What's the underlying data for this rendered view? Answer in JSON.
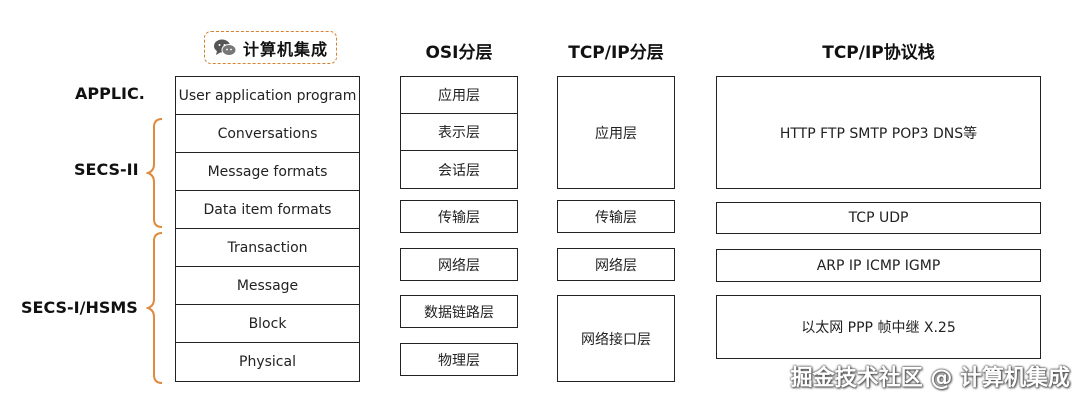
{
  "headers": {
    "logo_text": "计算机集成",
    "osi": "OSI分层",
    "tcpip_layers": "TCP/IP分层",
    "tcpip_stack": "TCP/IP协议栈"
  },
  "side_labels": {
    "applic": "APPLIC.",
    "secs2": "SECS-II",
    "secs1": "SECS-I/HSMS"
  },
  "secs_layers": [
    "User application program",
    "Conversations",
    "Message formats",
    "Data item formats",
    "Transaction",
    "Message",
    "Block",
    "Physical"
  ],
  "osi_layers": [
    "应用层",
    "表示层",
    "会话层",
    "传输层",
    "网络层",
    "数据链路层",
    "物理层"
  ],
  "tcpip_layers": [
    "应用层",
    "传输层",
    "网络层",
    "网络接口层"
  ],
  "tcpip_stack": [
    "HTTP FTP SMTP POP3 DNS等",
    "TCP UDP",
    "ARP  IP  ICMP  IGMP",
    "以太网  PPP  帧中继  X.25"
  ],
  "watermark": "掘金技术社区 @ 计算机集成",
  "colors": {
    "brace": "#e08a3c",
    "logo_border": "#d9812f"
  }
}
